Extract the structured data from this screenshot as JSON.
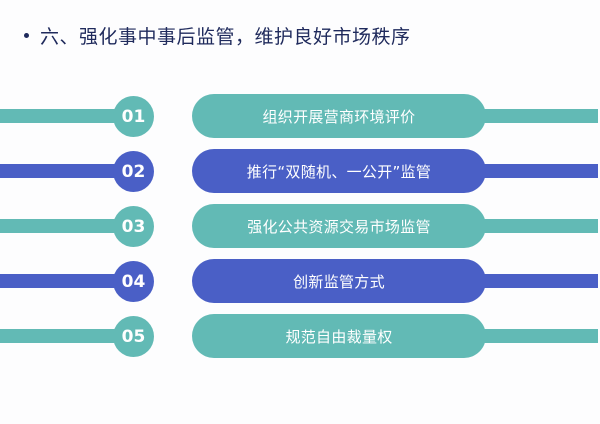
{
  "title": "六、强化事中事后监管，维护良好市场秩序",
  "colors": {
    "teal": "#62bab5",
    "blue": "#4a5fc6",
    "title": "#1f2a5c"
  },
  "items": [
    {
      "number": "01",
      "label": "组织开展营商环境评价",
      "color": "teal"
    },
    {
      "number": "02",
      "label": "推行“双随机、一公开”监管",
      "color": "blue"
    },
    {
      "number": "03",
      "label": "强化公共资源交易市场监管",
      "color": "teal"
    },
    {
      "number": "04",
      "label": "创新监管方式",
      "color": "blue"
    },
    {
      "number": "05",
      "label": "规范自由裁量权",
      "color": "teal"
    }
  ]
}
